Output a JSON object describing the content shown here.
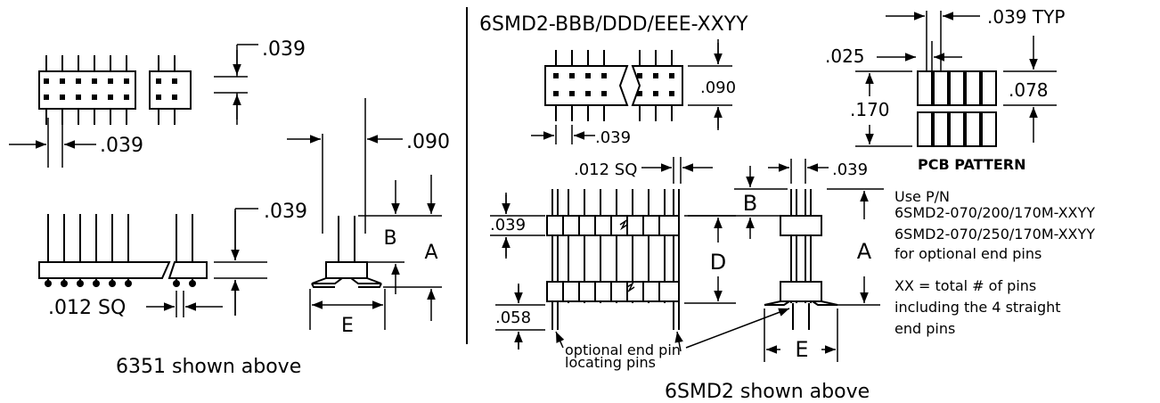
{
  "left": {
    "dim_top_right": ".039",
    "dim_top_left": ".039",
    "dim_mid_right": ".039",
    "dim_side_top": ".090",
    "dim_sq": ".012 SQ",
    "label_b": "B",
    "label_a": "A",
    "label_e": "E",
    "caption": "6351 shown above"
  },
  "right": {
    "part_code": "6SMD2-BBB/DDD/EEE-XXYY",
    "dim_top_small": ".090",
    "dim_top_pitch": ".039",
    "dim_sq": ".012 SQ",
    "dim_side_pitch": ".039",
    "dim_left_039": ".039",
    "dim_left_058": ".058",
    "label_b": "B",
    "label_d": "D",
    "label_a": "A",
    "label_e": "E",
    "optional_note_1": "optional end pin",
    "optional_note_2": "locating pins",
    "caption": "6SMD2 shown above"
  },
  "pcb": {
    "dim_typ": ".039 TYP",
    "dim_pad_w": ".025",
    "dim_170": ".170",
    "dim_078": ".078",
    "title": "PCB PATTERN"
  },
  "notes": {
    "line1": "Use P/N",
    "line2": "6SMD2-070/200/170M-XXYY",
    "line3": "6SMD2-070/250/170M-XXYY",
    "line4": "for optional end pins",
    "line5": "XX = total # of pins",
    "line6": "including the 4 straight",
    "line7": "end pins"
  }
}
